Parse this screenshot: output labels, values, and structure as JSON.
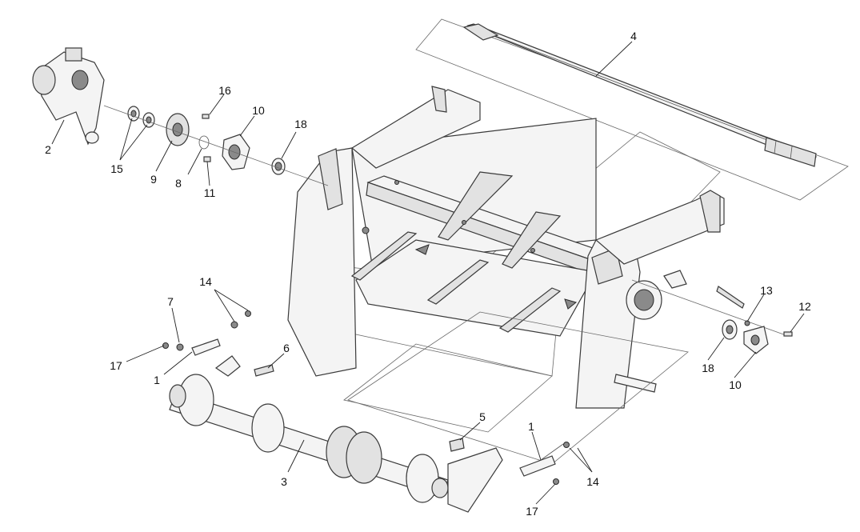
{
  "labels": {
    "p2": "2",
    "p15": "15",
    "p9": "9",
    "p16": "16",
    "p8": "8",
    "p11": "11",
    "p10_top": "10",
    "p18_top": "18",
    "p4": "4",
    "p14_left": "14",
    "p7": "7",
    "p17_left": "17",
    "p1_left": "1",
    "p6": "6",
    "p3": "3",
    "p5": "5",
    "p1_right": "1",
    "p14_right": "14",
    "p17_bottom": "17",
    "p13": "13",
    "p12": "12",
    "p18_right": "18",
    "p10_right": "10"
  }
}
